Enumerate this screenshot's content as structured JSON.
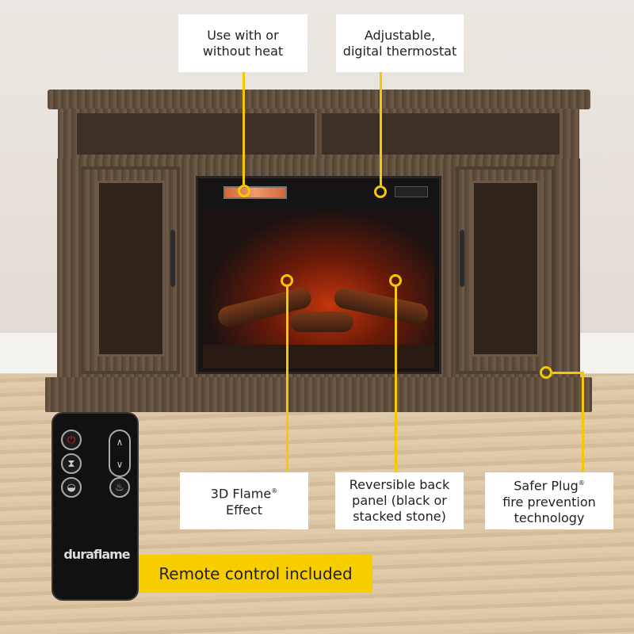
{
  "callouts": {
    "heat": "Use with or without heat",
    "heat_l1": "Use with or",
    "heat_l2": "without heat",
    "thermo_l1": "Adjustable,",
    "thermo_l2": "digital thermostat",
    "flame_l1": "3D Flame",
    "flame_l2": "Effect",
    "panel_l1": "Reversible back",
    "panel_l2": "panel (black or",
    "panel_l3": "stacked stone)",
    "plug_l1": "Safer Plug",
    "plug_l2": "fire prevention",
    "plug_l3": "technology",
    "registered": "®"
  },
  "banner": "Remote control included",
  "remote": {
    "brand": "duraflame",
    "buttons": [
      "power-icon",
      "timer-icon",
      "thermostat-icon",
      "up-icon",
      "down-icon",
      "flame-icon"
    ]
  },
  "colors": {
    "accent": "#f5c800",
    "wood": "#5e4c3c"
  }
}
